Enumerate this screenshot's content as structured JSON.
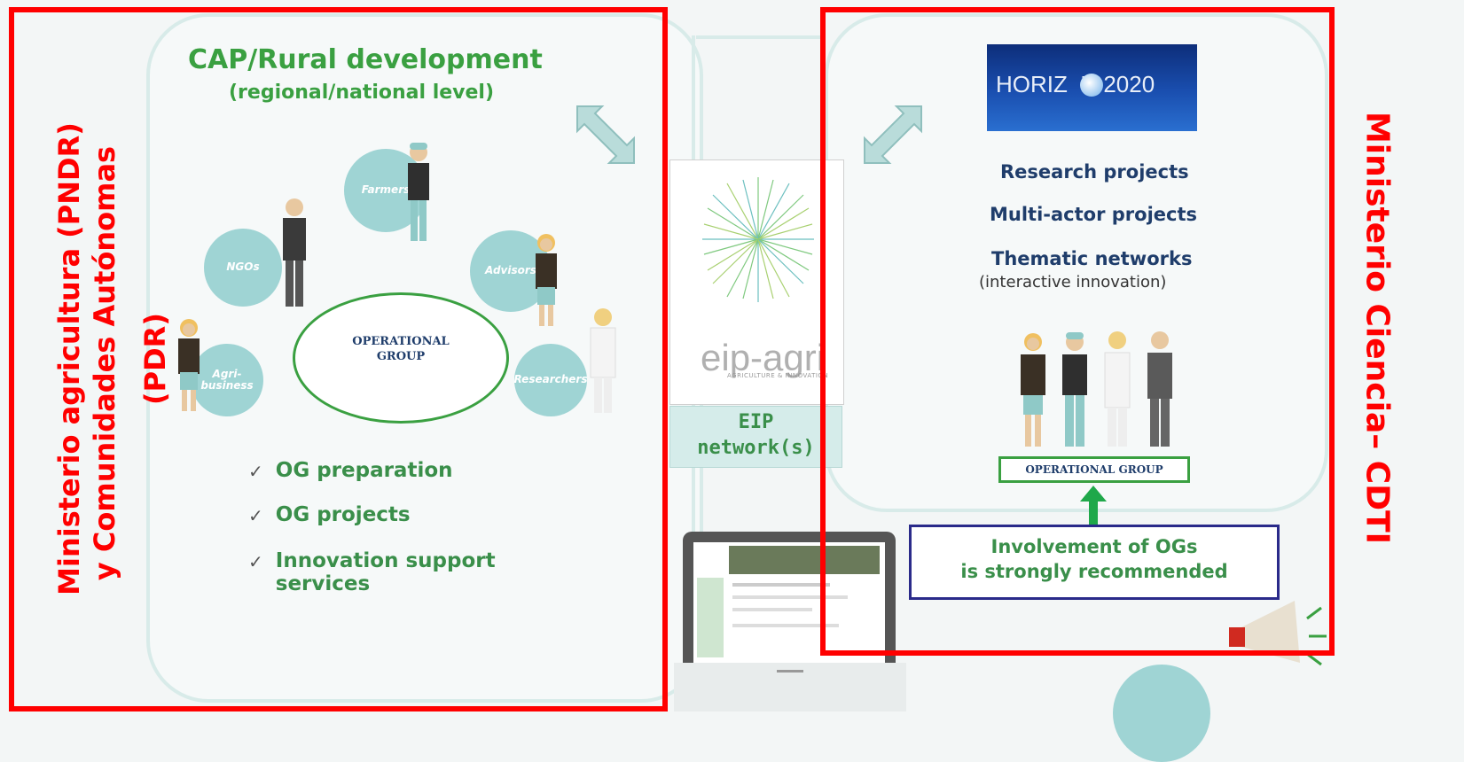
{
  "left": {
    "vertical_label_1": "Ministerio agricultura (PNDR)",
    "vertical_label_2": "y Comunidades Autónomas",
    "vertical_label_3": "(PDR)",
    "title": "CAP/Rural development",
    "subtitle": "(regional/national level)",
    "circles": [
      {
        "label": "Farmers"
      },
      {
        "label": "NGOs"
      },
      {
        "label": "Advisors"
      },
      {
        "label": "Agri-\nbusiness"
      },
      {
        "label": "Researchers"
      }
    ],
    "center_line1": "OPERATIONAL",
    "center_line2": "GROUP",
    "bullets": [
      {
        "text": "OG preparation"
      },
      {
        "text": "OG projects"
      },
      {
        "text": "Innovation support\nservices"
      }
    ]
  },
  "middle": {
    "logo_text": "eip-agri",
    "logo_sub": "AGRICULTURE & INNOVATION",
    "network_line1": "EIP",
    "network_line2": "network(s)"
  },
  "right": {
    "vertical_label": "Ministerio Ciencia– CDTI",
    "horizon_text": "HORIZ  N 2020",
    "items": [
      {
        "text": "Research projects"
      },
      {
        "text": "Multi-actor projects"
      },
      {
        "text": "Thematic networks"
      }
    ],
    "thematic_sub": "(interactive innovation)",
    "og_box": "OPERATIONAL GROUP",
    "involvement_line1": "Involvement of OGs",
    "involvement_line2": "is strongly recommended"
  },
  "colors": {
    "red": "#ff0000",
    "green": "#3aa041",
    "navy": "#1f3d6b",
    "teal": "#9fd4d4"
  }
}
